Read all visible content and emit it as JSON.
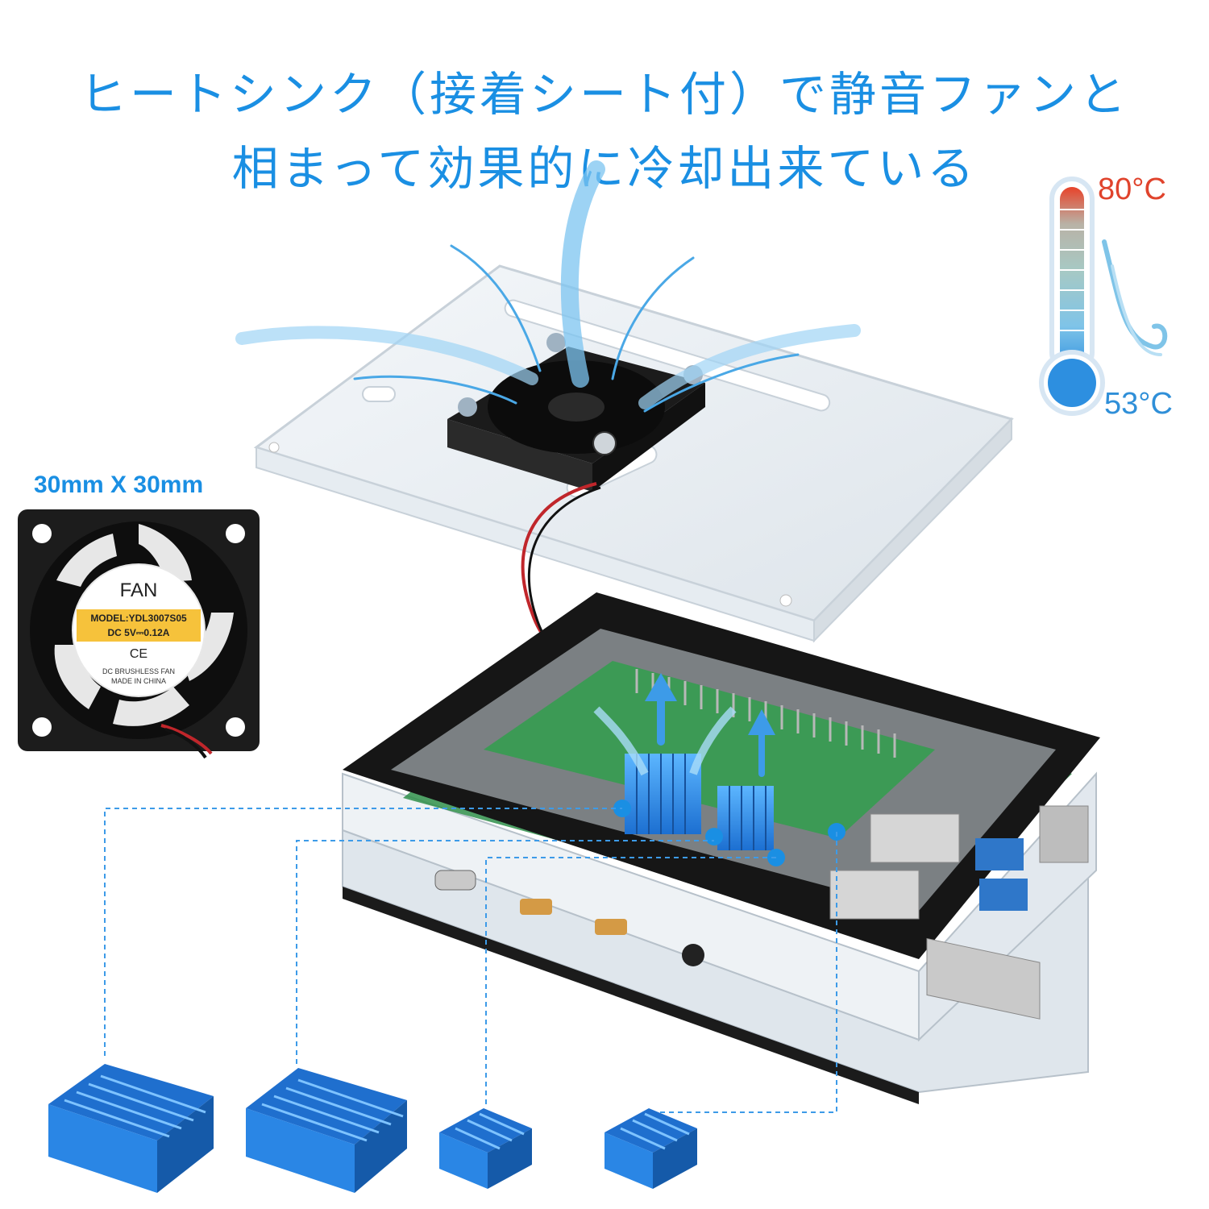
{
  "headline": {
    "line1": "ヒートシンク（接着シート付）で静音ファンと",
    "line2": "相まって効果的に冷却出来ている"
  },
  "fan_spec": {
    "size": "30mm X 30mm",
    "label_brand": "FAN",
    "label_model": "MODEL:YDL3007S05",
    "label_rating": "DC 5V⎓0.12A",
    "label_ce": "CE",
    "label_type": "DC BRUSHLESS FAN",
    "label_origin": "MADE IN CHINA"
  },
  "thermometer": {
    "high": "80°C",
    "low": "53°C",
    "colors": {
      "hot": "#e0432c",
      "cool": "#2f8fd8"
    }
  },
  "accent_color": "#1a8fe3",
  "heatsinks_shown": 4
}
